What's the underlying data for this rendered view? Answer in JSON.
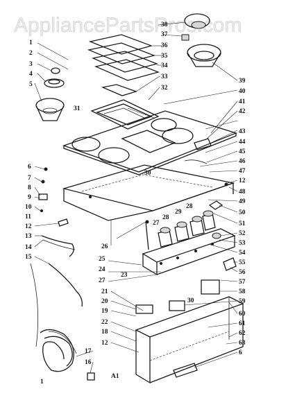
{
  "watermark": "AppliancePartsPros.com",
  "callouts_left": [
    "1",
    "2",
    "3",
    "4",
    "5",
    "6",
    "7",
    "8",
    "9",
    "10",
    "11",
    "12",
    "13",
    "14",
    "15",
    "20",
    "19",
    "21",
    "22",
    "23",
    "24",
    "25",
    "26",
    "27",
    "18",
    "17",
    "16",
    "12",
    "1",
    "A1"
  ],
  "callouts_right": [
    "37",
    "38",
    "36",
    "35",
    "34",
    "33",
    "32",
    "31",
    "39",
    "40",
    "41",
    "42",
    "43",
    "44",
    "45",
    "46",
    "47",
    "12",
    "48",
    "49",
    "50",
    "51",
    "52",
    "53",
    "54",
    "55",
    "56",
    "57",
    "58",
    "59",
    "60",
    "61",
    "62",
    "63",
    "6",
    "28",
    "29",
    "28",
    "27",
    "30",
    "30"
  ],
  "colors": {
    "line": "#1a1a1a",
    "watermark": "#e8e8e8"
  }
}
